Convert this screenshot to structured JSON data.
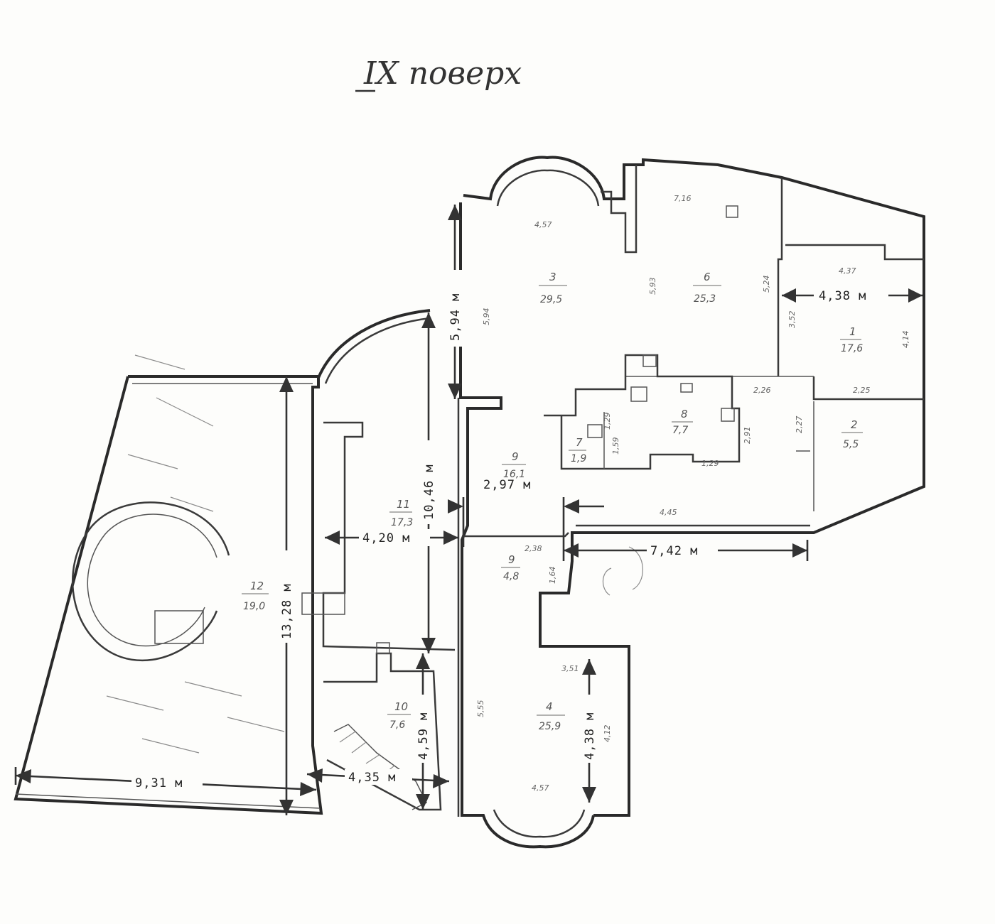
{
  "title": "IX поверх",
  "dimensions": {
    "d1": "4,38 м",
    "d2": "5,94 м",
    "d3": "10,46 м",
    "d4": "2,97 м",
    "d5": "4,20 м",
    "d6": "7,42 м",
    "d7": "13,28 м",
    "d8": "4,59 м",
    "d9": "4,38 м",
    "d10": "9,31 м",
    "d11": "4,35 м"
  },
  "rooms": {
    "r1": {
      "num": "1",
      "area": "17,6"
    },
    "r2": {
      "num": "2",
      "area": "5,5"
    },
    "r3": {
      "num": "3",
      "area": "29,5"
    },
    "r4": {
      "num": "4",
      "area": "25,9"
    },
    "r6": {
      "num": "6",
      "area": "25,3"
    },
    "r7": {
      "num": "7",
      "area": "1,9"
    },
    "r8": {
      "num": "8",
      "area": "7,7"
    },
    "r9a": {
      "num": "9",
      "area": "16,1"
    },
    "r9b": {
      "num": "9",
      "area": "4,8"
    },
    "r10": {
      "num": "10",
      "area": "7,6"
    },
    "r11": {
      "num": "11",
      "area": "17,3"
    },
    "r12": {
      "num": "12",
      "area": "19,0"
    }
  },
  "wall_labels": {
    "w1": "4,57",
    "w2": "7,16",
    "w3": "5,93",
    "w4": "5,94",
    "w5": "5,24",
    "w6": "4,37",
    "w7": "3,52",
    "w8": "4,14",
    "w9": "2,25",
    "w10": "2,26",
    "w11": "2,27",
    "w12": "2,91",
    "w13": "1,29",
    "w14": "1,59",
    "w15": "4,45",
    "w16": "2,38",
    "w17": "1,64",
    "w18": "3,51",
    "w19": "4,12",
    "w20": "4,57",
    "w21": "5,55",
    "w22": "1,29"
  }
}
